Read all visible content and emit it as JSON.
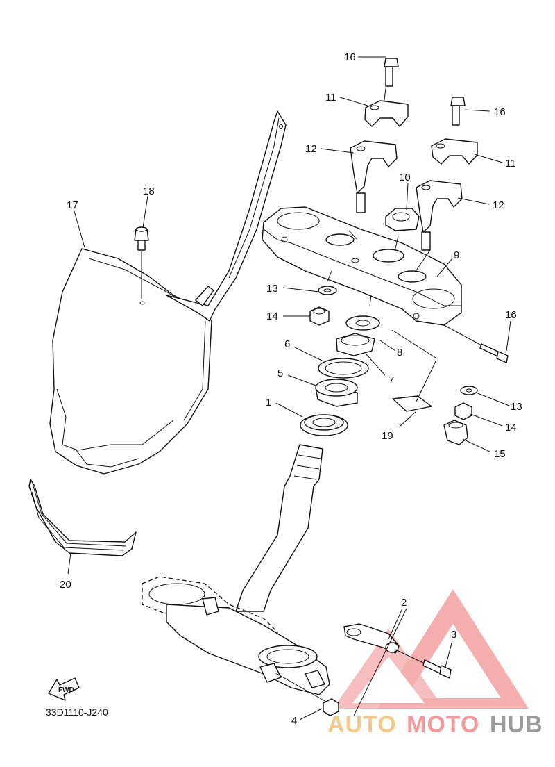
{
  "diagram": {
    "code": "33D1110-J240",
    "fwd_label": "FWD"
  },
  "callouts": {
    "c1": "1",
    "c2": "2",
    "c3": "3",
    "c4": "4",
    "c5": "5",
    "c6": "6",
    "c7": "7",
    "c8": "8",
    "c9": "9",
    "c10": "10",
    "c11a": "11",
    "c11b": "11",
    "c12a": "12",
    "c12b": "12",
    "c13a": "13",
    "c13b": "13",
    "c14a": "14",
    "c14b": "14",
    "c15": "15",
    "c16a": "16",
    "c16b": "16",
    "c16c": "16",
    "c17": "17",
    "c18": "18",
    "c19": "19",
    "c20": "20"
  },
  "watermark": {
    "part1": "AUTO",
    "part2": "MOTO",
    "part3": "HUB",
    "colors": {
      "auto": "#f5c98a",
      "moto": "#f49a9a",
      "hub": "#9a9a9a",
      "triangle": "#f28b8b"
    }
  }
}
